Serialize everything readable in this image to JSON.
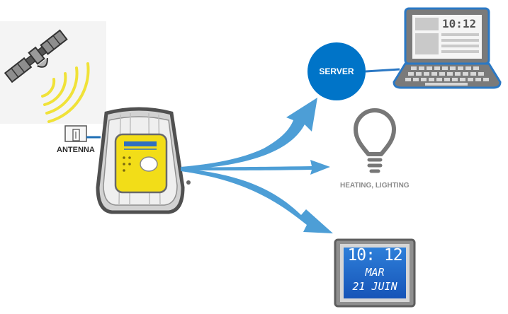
{
  "labels": {
    "antenna": "ANTENNA",
    "server": "SERVER",
    "heating_lighting": "HEATING, LIGHTING"
  },
  "laptop_screen": {
    "time": "10:12"
  },
  "clock": {
    "time": "10: 12",
    "day": "MAR",
    "date": "21 JUIN"
  },
  "colors": {
    "arrow_blue": "#4d9ed6",
    "server_blue": "#0074c8",
    "laptop_frame": "#2b78c4",
    "device_yellow": "#f2dd18",
    "signal_yellow": "#f0e238",
    "clock_lcd": "#1f66c9"
  }
}
